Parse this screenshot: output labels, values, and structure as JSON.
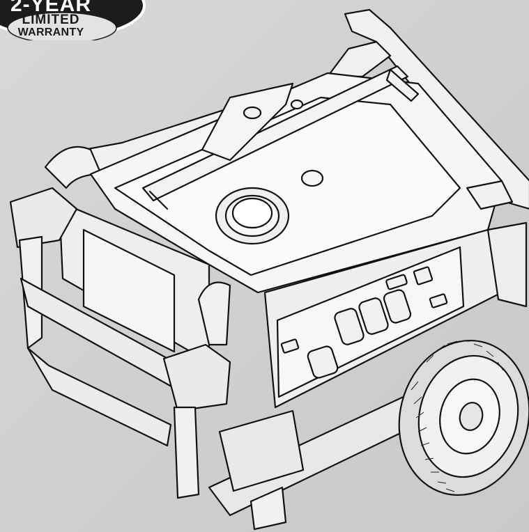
{
  "badge": {
    "top_text": "2-YEAR",
    "line1": "LIMITED",
    "line2": "WARRANTY"
  },
  "colors": {
    "background": "#d3d3d3",
    "badge_fill": "#1c1c1c",
    "badge_ring": "#ffffff",
    "line_art": "#111111",
    "body_fill": "#f2f2f2"
  },
  "icons": {
    "product": "portable-generator-illustration"
  }
}
